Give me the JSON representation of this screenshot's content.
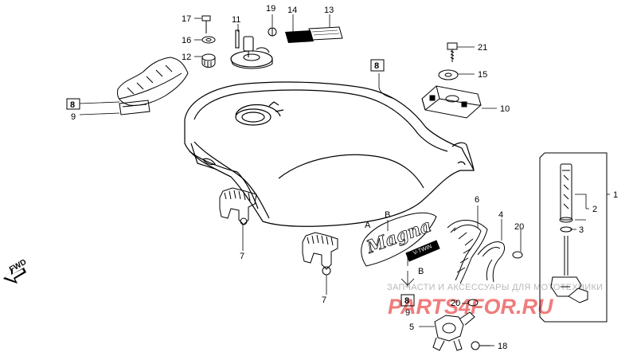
{
  "diagram": {
    "callouts": {
      "n1": "1",
      "n2": "2",
      "n3": "3",
      "n4": "4",
      "n5": "5",
      "n6": "6",
      "n7a": "7",
      "n7b": "7",
      "n8_top": "8",
      "n8_left": "8",
      "n8_bottom": "8",
      "n9_left": "9",
      "n9_bottom": "9",
      "n10": "10",
      "n11": "11",
      "n12": "12",
      "n13": "13",
      "n14": "14",
      "n15": "15",
      "n16": "16",
      "n17": "17",
      "n18": "18",
      "n19": "19",
      "n20a": "20",
      "n20b": "20",
      "n21": "21"
    },
    "emblem_labels": {
      "a": "A",
      "b1": "B",
      "b2": "B"
    },
    "direction": {
      "label": "FWD"
    },
    "emblem_logo": "Magna",
    "emblem_small": "V-TWIN",
    "watermark": {
      "line1": "ЗАПЧАСТИ И АКСЕССУАРЫ ДЛЯ МОТОТЕХНИКИ",
      "line2": "PARTS4FOR.RU"
    },
    "colors": {
      "line": "#000000",
      "watermark_red": "#f07c7c",
      "watermark_gray": "#b9b9b9"
    }
  }
}
